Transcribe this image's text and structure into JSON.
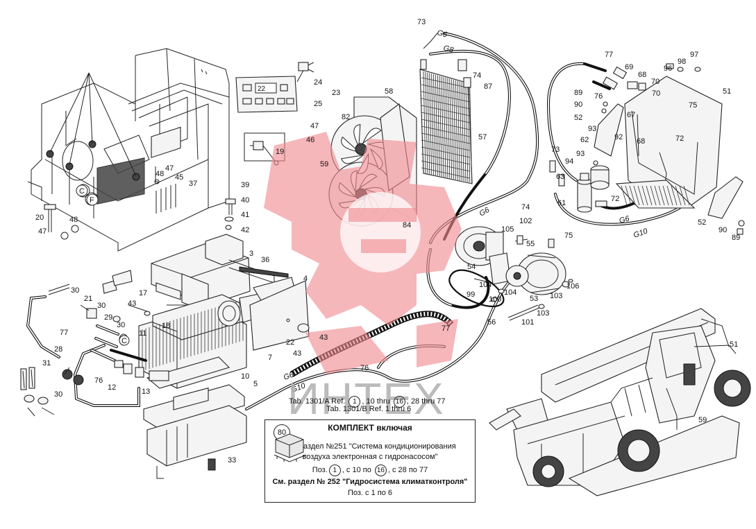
{
  "labels": {
    "n1": "24",
    "n2": "23",
    "n3": "25",
    "n4": "19",
    "n5": "48",
    "n6": "47",
    "n7": "45",
    "n8": "37",
    "n9": "39",
    "n10": "40",
    "n11": "41",
    "n12": "42",
    "n13": "20",
    "n14": "47",
    "n15": "48",
    "n16": "3",
    "n17": "36",
    "n18": "4",
    "n19": "22",
    "n20": "43",
    "n21": "43",
    "n22": "7",
    "n23": "10",
    "n24": "5",
    "n25": "17",
    "n26": "43",
    "n27": "18",
    "n28": "11",
    "n29": "12",
    "n30": "13",
    "n31": "30",
    "n32": "21",
    "n33": "30",
    "n34": "29",
    "n35": "30",
    "n36": "28",
    "n37": "77",
    "n38": "31",
    "n39": "76",
    "n40": "30",
    "n41": "33",
    "n42": "58",
    "n43": "82",
    "n44": "47",
    "n45": "46",
    "n46": "59",
    "n47": "57",
    "n48": "84",
    "n49": "73",
    "n50": "74",
    "n51": "87",
    "n52": "77",
    "n53": "76",
    "n54": "69",
    "n55": "68",
    "n56": "70",
    "n57": "97",
    "n58": "96",
    "n59": "98",
    "n60": "51",
    "n61": "89",
    "n62": "90",
    "n63": "52",
    "n64": "67",
    "n65": "70",
    "n66": "75",
    "n67": "93",
    "n68": "92",
    "n69": "68",
    "n70": "72",
    "n71": "62",
    "n72": "73",
    "n73": "93",
    "n74": "94",
    "n75": "63",
    "n76": "61",
    "n77": "72",
    "n78": "52",
    "n79": "90",
    "n80": "89",
    "n81": "74",
    "n82": "102",
    "n83": "75",
    "n84": "105",
    "n85": "55",
    "n86": "54",
    "n87": "104",
    "n88": "99",
    "n89": "100",
    "n90": "104",
    "n91": "53",
    "n92": "106",
    "n93": "103",
    "n94": "103",
    "n95": "101",
    "n96": "56",
    "n97": "77",
    "n98": "76",
    "n99": "51",
    "n100": "59",
    "c1": "C",
    "c2": "F",
    "c3": "C"
  },
  "hose_marks": {
    "g6a": "G6",
    "g8": "G8",
    "g6b": "G6",
    "g10a": "G10",
    "g6c": "G6",
    "g10b": "G10"
  },
  "tab_refs": {
    "line1_a": "Tab. 1301/A Ref.",
    "line1_b": ", 10 thru",
    "line1_c": ", 28 thru 77",
    "line1_circ1": "1",
    "line1_circ2": "16",
    "line2": "Tab. 1301/B Ref. 1 thru 6"
  },
  "kit": {
    "badge": "80",
    "title": "КОМПЛЕКТ  включая",
    "row1": "См. раздел №251 \"Система кондиционирования",
    "row2": "воздуха электронная с гидронасосом\"",
    "row3_a": "Поз.",
    "row3_circ1": "1",
    "row3_b": ", с 10 по",
    "row3_circ2": "16",
    "row3_c": ", с 28 по 77",
    "row4": "См. раздел № 252 \"Гидросистема климатконтроля\"",
    "row5": "Поз. с 1 по 6"
  },
  "control_panel": {
    "display": "22"
  },
  "watermark": {
    "brand": "ИНТЕХ",
    "color": "#f08a8f"
  }
}
